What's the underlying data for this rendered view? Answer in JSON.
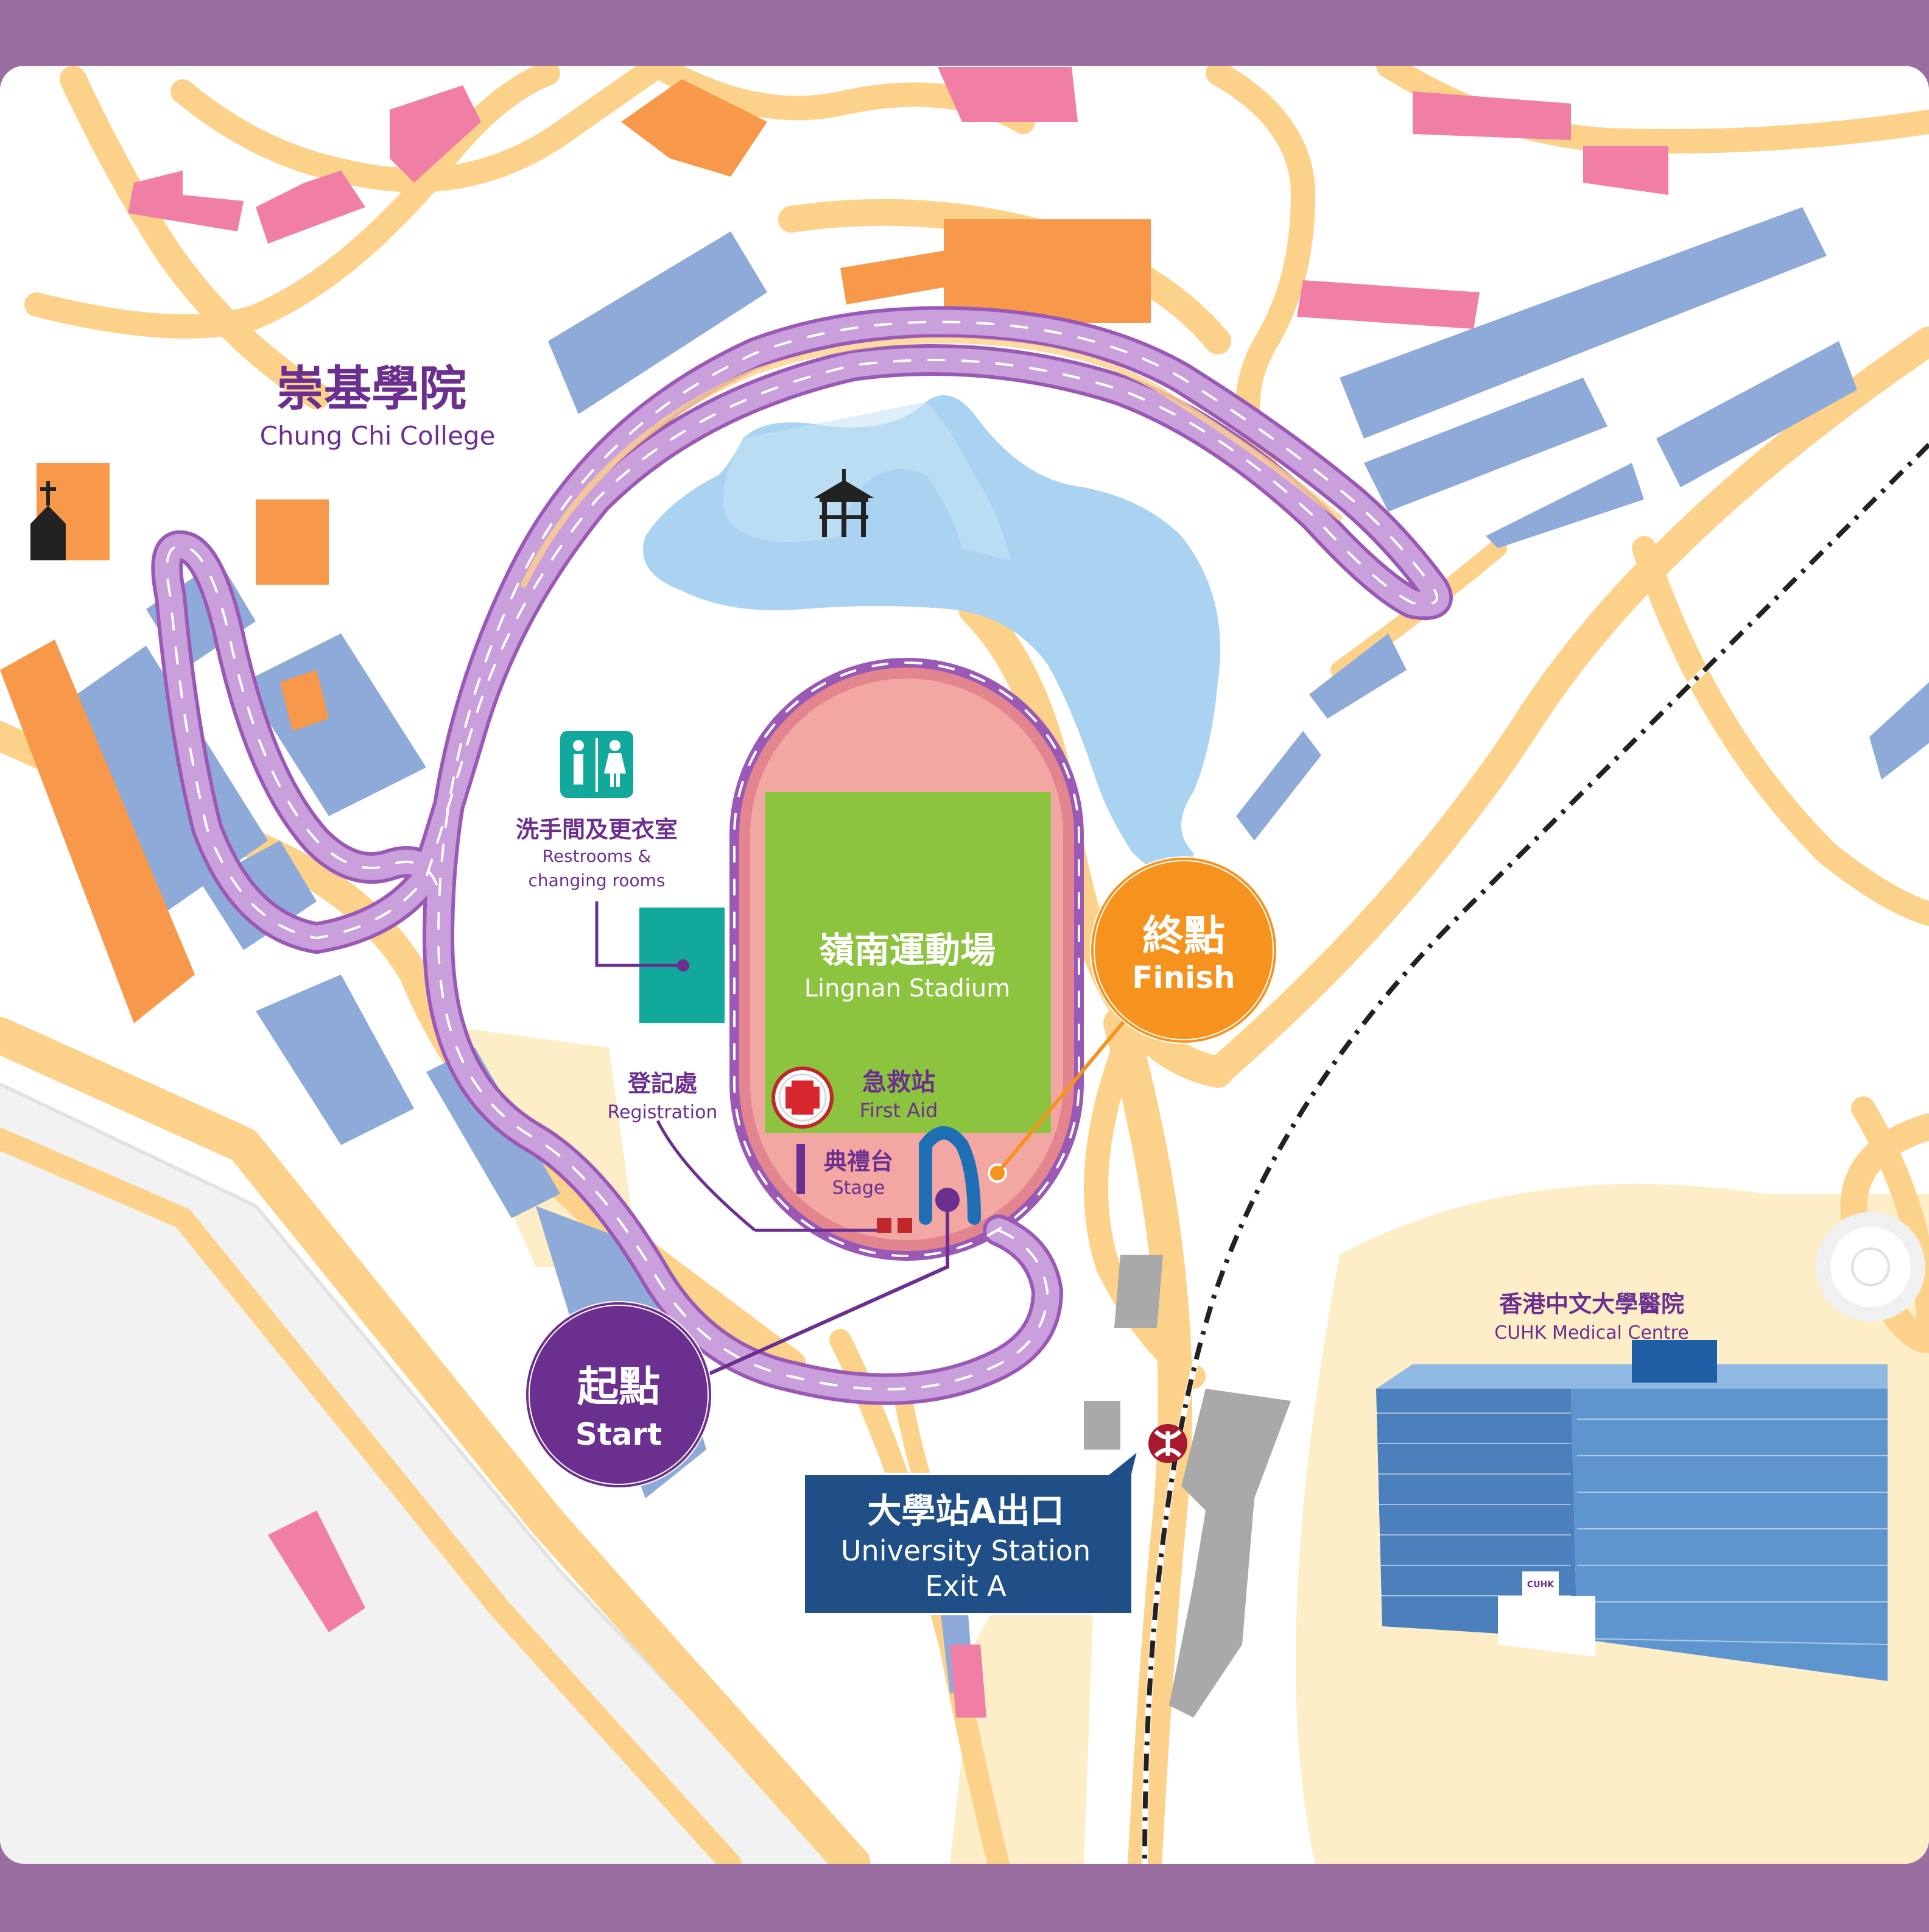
{
  "colors": {
    "frame": "#9b6ea1",
    "background": "#ffffff",
    "road": "#fcd28b",
    "route": "#9b59b6",
    "pond": "#a9d3f0",
    "pitch": "#8dc43f",
    "track": "#f2a7a3",
    "building_blue": "#8eaad8",
    "building_orange": "#f7984a",
    "building_pink": "#f17ea5",
    "start": "#6b2f8f",
    "finish": "#f6931e",
    "mtr": "#a6192e",
    "station_box": "#1f4f86",
    "hospital_box": "#fdeec8"
  },
  "labels": {
    "college_cn": "崇基學院",
    "college_en": "Chung Chi College",
    "restroom_cn": "洗手間及更衣室",
    "restroom_en_1": "Restrooms &",
    "restroom_en_2": "changing rooms",
    "stadium_cn": "嶺南運動場",
    "stadium_en": "Lingnan Stadium",
    "first_aid_cn": "急救站",
    "first_aid_en": "First Aid",
    "registration_cn": "登記處",
    "registration_en": "Registration",
    "stage_cn": "典禮台",
    "stage_en": "Stage",
    "finish_cn": "終點",
    "finish_en": "Finish",
    "start_cn": "起點",
    "start_en": "Start",
    "station_cn": "大學站A出口",
    "station_en_1": "University Station",
    "station_en_2": "Exit A",
    "hospital_cn": "香港中文大學醫院",
    "hospital_en": "CUHK Medical Centre",
    "hospital_logo": "CUHK"
  },
  "icons": {
    "restroom": "restroom-icon",
    "first_aid": "first-aid-cross-icon",
    "mtr": "mtr-logo-icon",
    "church": "church-icon",
    "pavilion": "pavilion-icon"
  }
}
